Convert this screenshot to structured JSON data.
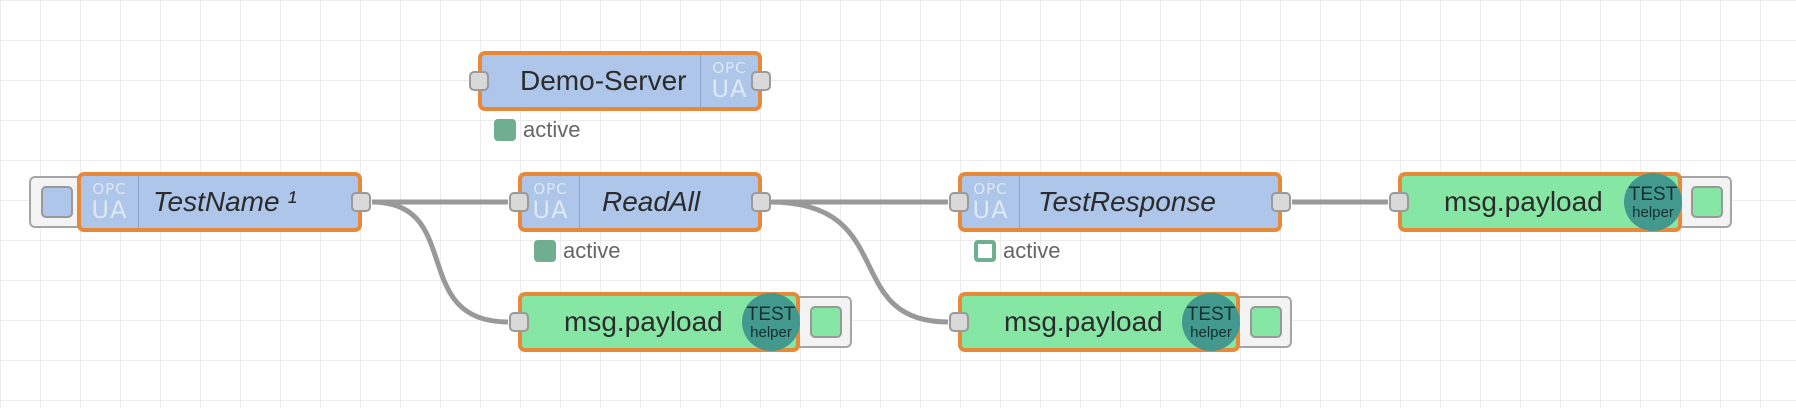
{
  "flow": {
    "nodes": {
      "demo_server": {
        "label": "Demo-Server",
        "status": "active",
        "icon": "opc-ua-icon"
      },
      "testname": {
        "label": "TestName ¹",
        "icon": "opc-ua-icon"
      },
      "readall": {
        "label": "ReadAll",
        "status": "active",
        "icon": "opc-ua-icon"
      },
      "testresponse": {
        "label": "TestResponse",
        "status": "active",
        "icon": "opc-ua-icon"
      },
      "debug_1": {
        "label": "msg.payload",
        "helper_top": "TEST",
        "helper_bottom": "helper"
      },
      "debug_2": {
        "label": "msg.payload",
        "helper_top": "TEST",
        "helper_bottom": "helper"
      },
      "debug_3": {
        "label": "msg.payload",
        "helper_top": "TEST",
        "helper_bottom": "helper"
      }
    },
    "icons": {
      "opc_top": "OPC",
      "opc_bottom": "UA"
    }
  },
  "colors": {
    "opc_node": "#aec6ea",
    "debug_node": "#86e7a5",
    "selected_border": "#e8893a",
    "wire": "#999999",
    "status_active": "#6fae8e",
    "helper_badge": "#44998f"
  }
}
